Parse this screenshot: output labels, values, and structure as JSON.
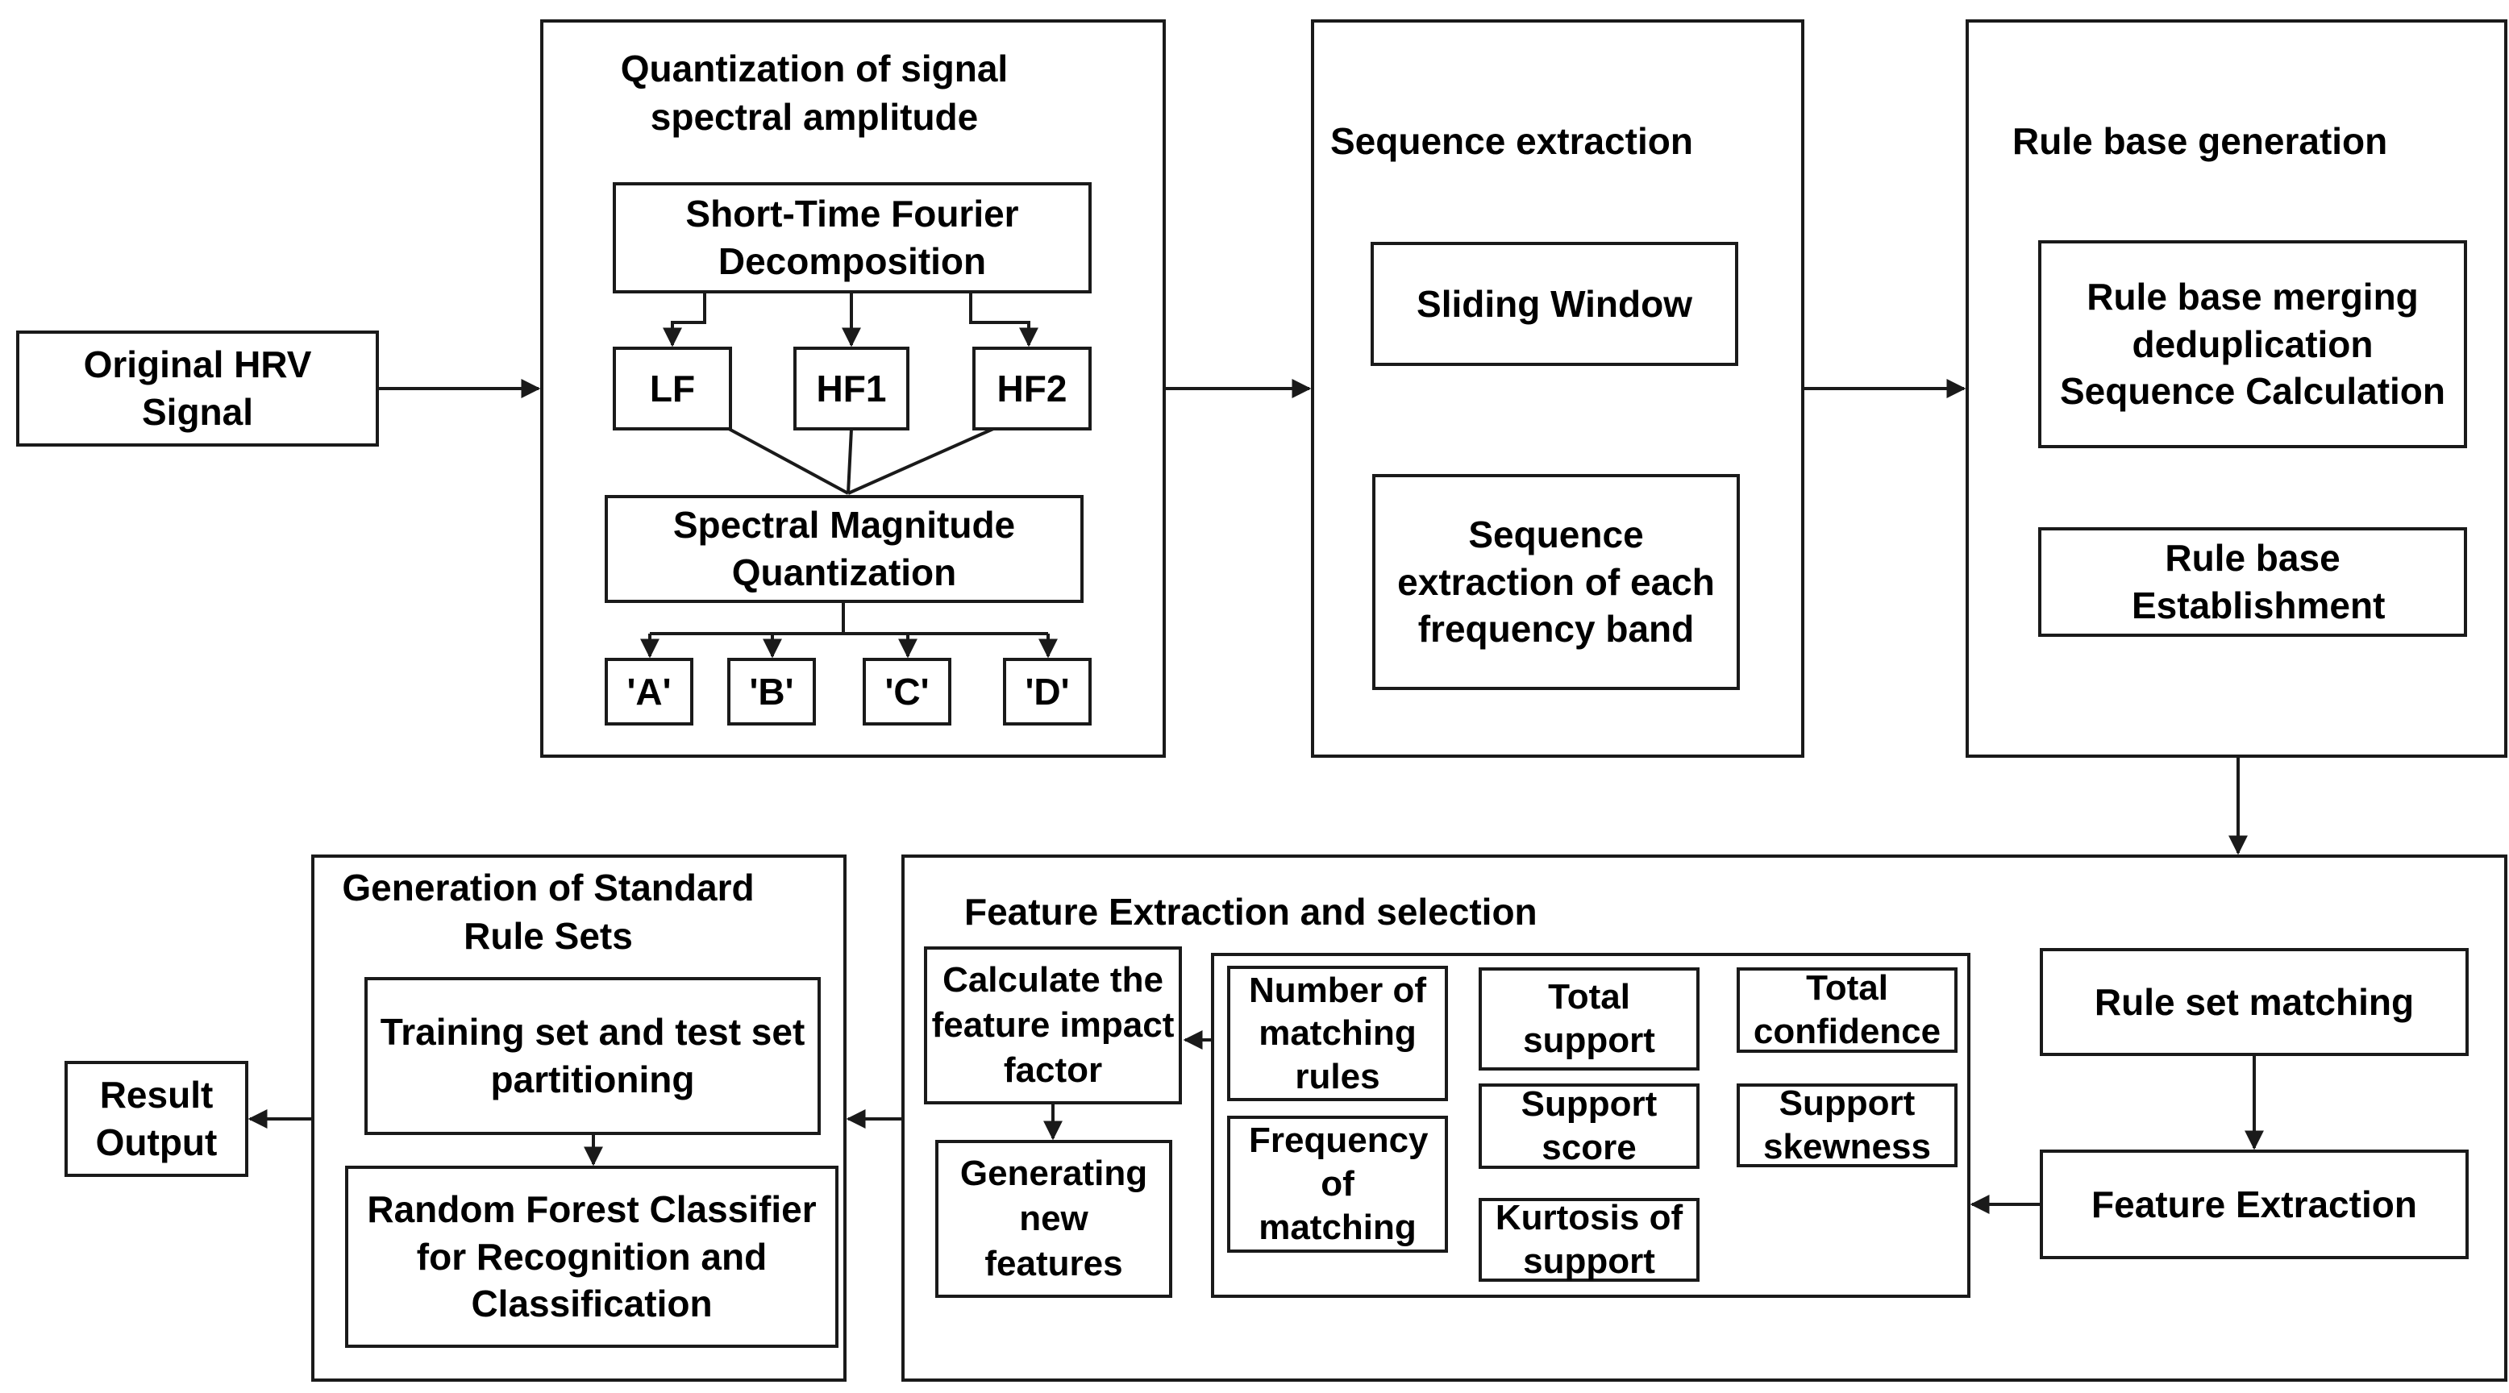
{
  "original_signal": "Original HRV Signal",
  "quantization": {
    "title": "Quantization of signal spectral amplitude",
    "stft": "Short-Time Fourier Decomposition",
    "bands": [
      "LF",
      "HF1",
      "HF2"
    ],
    "magnitude": "Spectral Magnitude Quantization",
    "symbols": [
      "'A'",
      "'B'",
      "'C'",
      "'D'"
    ]
  },
  "sequence": {
    "title": "Sequence extraction",
    "sliding_window": "Sliding Window",
    "band_extraction": "Sequence extraction of each frequency band"
  },
  "rulebase": {
    "title": "Rule base generation",
    "merging": "Rule base merging deduplication Sequence Calculation",
    "establishment": "Rule base Establishment"
  },
  "features": {
    "title": "Feature Extraction and selection",
    "rule_matching": "Rule set matching",
    "feature_extraction": "Feature Extraction",
    "impact_factor": "Calculate the feature impact factor",
    "new_features": "Generating new features",
    "items": {
      "num_matching_rules": "Number of matching rules",
      "total_support": "Total support",
      "total_confidence": "Total confidence",
      "frequency_matching": "Frequency of matching",
      "support_score": "Support score",
      "support_skewness": "Support skewness",
      "kurtosis_support": "Kurtosis of support"
    }
  },
  "standard": {
    "title": "Generation of Standard Rule Sets",
    "partition": "Training set and test set partitioning",
    "classifier": "Random Forest Classifier for Recognition and Classification"
  },
  "result": "Result Output"
}
